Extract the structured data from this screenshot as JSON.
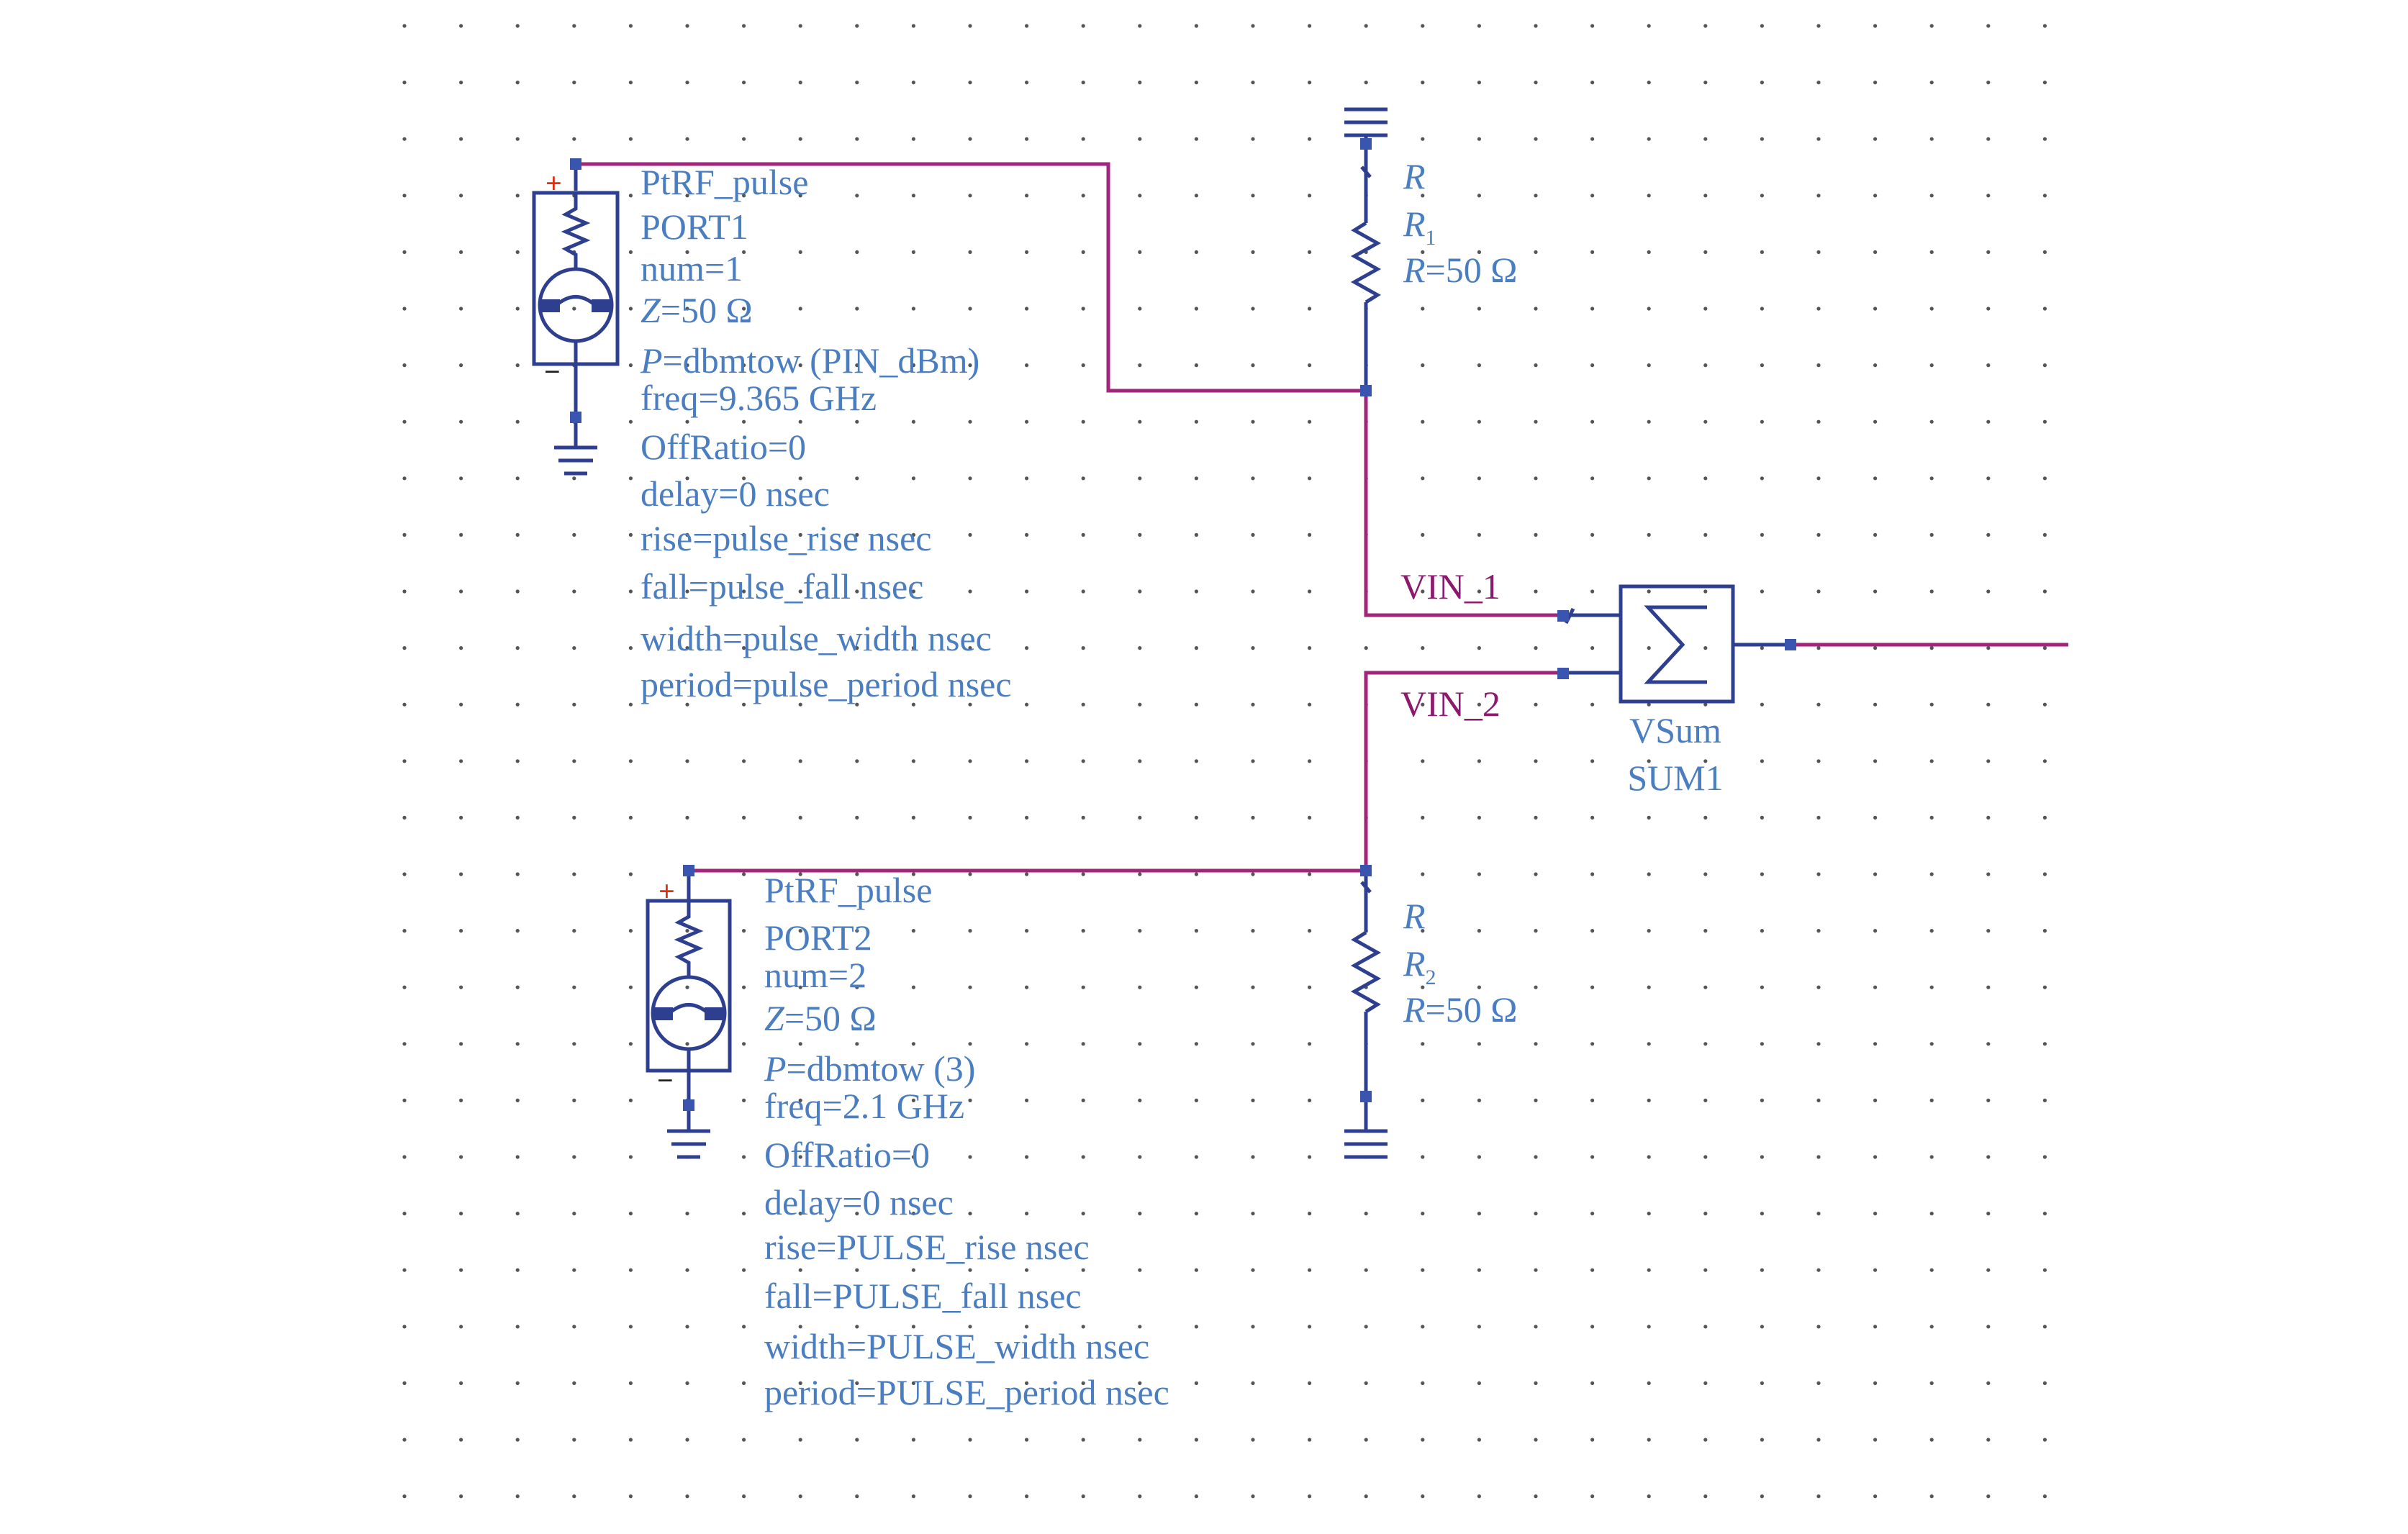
{
  "sources": [
    {
      "model": "PtRF_pulse",
      "instance": "PORT1",
      "params": [
        {
          "name": "",
          "value": "num=1"
        },
        {
          "name": "Z",
          "value": "=50 Ω"
        },
        {
          "name": "P",
          "value": "=dbmtow (PIN_dBm)"
        },
        {
          "name": "",
          "value": "freq=9.365 GHz"
        },
        {
          "name": "",
          "value": "OffRatio=0"
        },
        {
          "name": "",
          "value": "delay=0 nsec"
        },
        {
          "name": "",
          "value": "rise=pulse_rise nsec"
        },
        {
          "name": "",
          "value": "fall=pulse_fall nsec"
        },
        {
          "name": "",
          "value": "width=pulse_width nsec"
        },
        {
          "name": "",
          "value": "period=pulse_period nsec"
        }
      ],
      "plus_sign": "+",
      "minus_sign": "−"
    },
    {
      "model": "PtRF_pulse",
      "instance": "PORT2",
      "params": [
        {
          "name": "",
          "value": "num=2"
        },
        {
          "name": "Z",
          "value": "=50 Ω"
        },
        {
          "name": "P",
          "value": "=dbmtow (3)"
        },
        {
          "name": "",
          "value": "freq=2.1 GHz"
        },
        {
          "name": "",
          "value": "OffRatio=0"
        },
        {
          "name": "",
          "value": "delay=0 nsec"
        },
        {
          "name": "",
          "value": "rise=PULSE_rise nsec"
        },
        {
          "name": "",
          "value": "fall=PULSE_fall nsec"
        },
        {
          "name": "",
          "value": "width=PULSE_width nsec"
        },
        {
          "name": "",
          "value": "period=PULSE_period nsec"
        }
      ],
      "plus_sign": "+",
      "minus_sign": "−"
    }
  ],
  "resistors": [
    {
      "type": "R",
      "name": "R",
      "subscript": "1",
      "value_param": "R",
      "value": "=50 Ω"
    },
    {
      "type": "R",
      "name": "R",
      "subscript": "2",
      "value_param": "R",
      "value": "=50 Ω"
    }
  ],
  "nets": {
    "vin1": "VIN_1",
    "vin2": "VIN_2"
  },
  "summer": {
    "model": "VSum",
    "instance": "SUM1",
    "symbol": "Σ"
  },
  "colors": {
    "wire": "#a0267b",
    "component": "#2e3f8f",
    "label": "#4a7ec0",
    "net_label": "#8b1a6e",
    "plus": "#e03010",
    "grid_dot": "#555555"
  }
}
